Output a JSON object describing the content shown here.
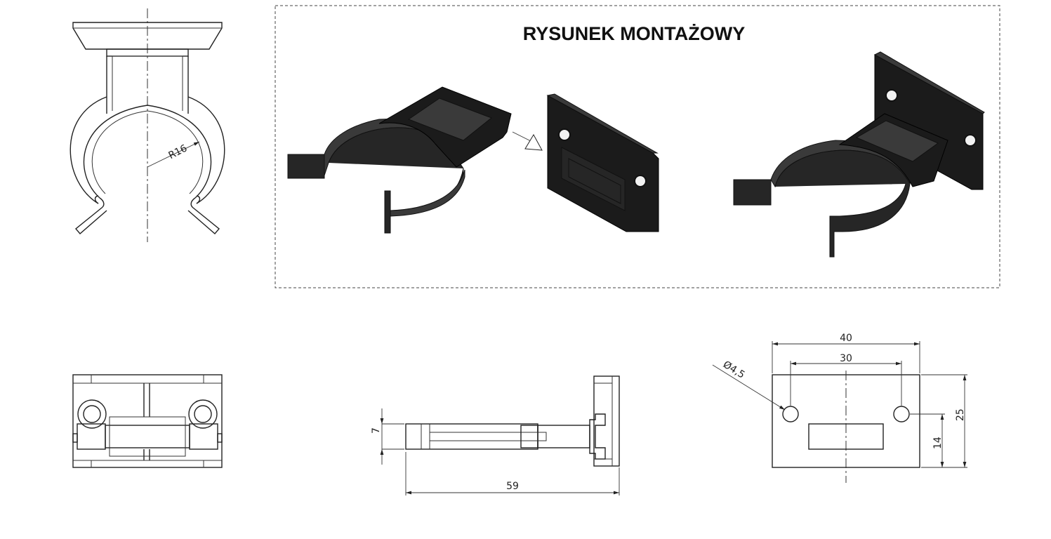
{
  "drawing": {
    "title": "RYSUNEK MONTAŻOWY",
    "dimensions": {
      "radius": "R16",
      "height_side": "7",
      "length_side": "59",
      "diameter_hole": "Ø4,5",
      "width_total": "40",
      "hole_spacing": "30",
      "height_total": "25",
      "height_hole": "14"
    }
  },
  "colors": {
    "line": "#222222",
    "part_dark": "#262626",
    "background": "#ffffff"
  }
}
